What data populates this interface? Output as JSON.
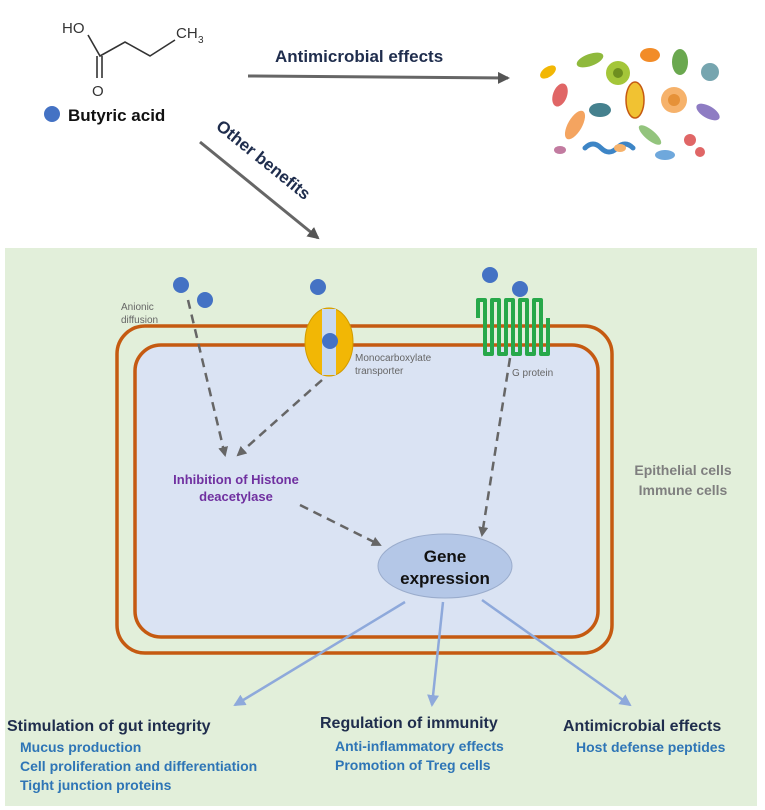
{
  "molecule": {
    "oh_label": "HO",
    "o_label": "O",
    "ch3_label": "CH",
    "ch3_sub": "3",
    "name": "Butyric acid"
  },
  "arrows": {
    "antimicrobial": "Antimicrobial effects",
    "other_benefits": "Other benefits"
  },
  "cell": {
    "anionic": [
      "Anionic",
      "diffusion"
    ],
    "monocarboxylate": [
      "Monocarboxylate",
      "transporter"
    ],
    "g_protein": "G protein",
    "hdac": [
      "Inhibition of Histone",
      "deacetylase"
    ],
    "gene": [
      "Gene",
      "expression"
    ],
    "cell_types": [
      "Epithelial cells",
      "Immune cells"
    ]
  },
  "outcomes": [
    {
      "title": "Stimulation of gut integrity",
      "items": [
        "Mucus production",
        "Cell proliferation and differentiation",
        "Tight junction proteins"
      ]
    },
    {
      "title": "Regulation of immunity",
      "items": [
        "Anti-inflammatory effects",
        "Promotion of Treg cells"
      ]
    },
    {
      "title": "Antimicrobial effects",
      "items": [
        "Host defense peptides"
      ]
    }
  ],
  "colors": {
    "dot": "#4472c4",
    "navy": "#1f2d4d",
    "blue_text": "#2e75b6",
    "purple": "#7030a0",
    "membrane": "#c55a11",
    "panel": "#e2efda",
    "cytoplasm": "#dae3f3",
    "gprotein": "#27a84a",
    "transporter": "#f2b705"
  }
}
